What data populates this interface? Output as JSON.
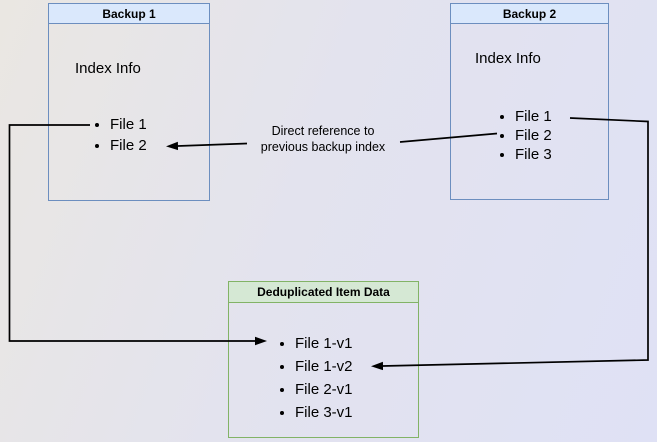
{
  "colors": {
    "bg_start": "#eae7e2",
    "bg_mid": "#e3e3ee",
    "bg_end": "#dfe1f5",
    "blue_fill": "#dae8fc",
    "blue_border": "#6c8ebf",
    "green_fill": "#d5e8d4",
    "green_border": "#82b366",
    "arrow": "#000000"
  },
  "backup1": {
    "title": "Backup 1",
    "subtitle": "Index Info",
    "items": [
      "File 1",
      "File 2"
    ]
  },
  "backup2": {
    "title": "Backup 2",
    "subtitle": "Index Info",
    "items": [
      "File 1",
      "File 2",
      "File 3"
    ]
  },
  "dedup": {
    "title": "Deduplicated Item Data",
    "items": [
      "File 1-v1",
      "File 1-v2",
      "File 2-v1",
      "File 3-v1"
    ]
  },
  "annotations": {
    "direct_reference_label": "Direct reference to\nprevious backup index"
  }
}
